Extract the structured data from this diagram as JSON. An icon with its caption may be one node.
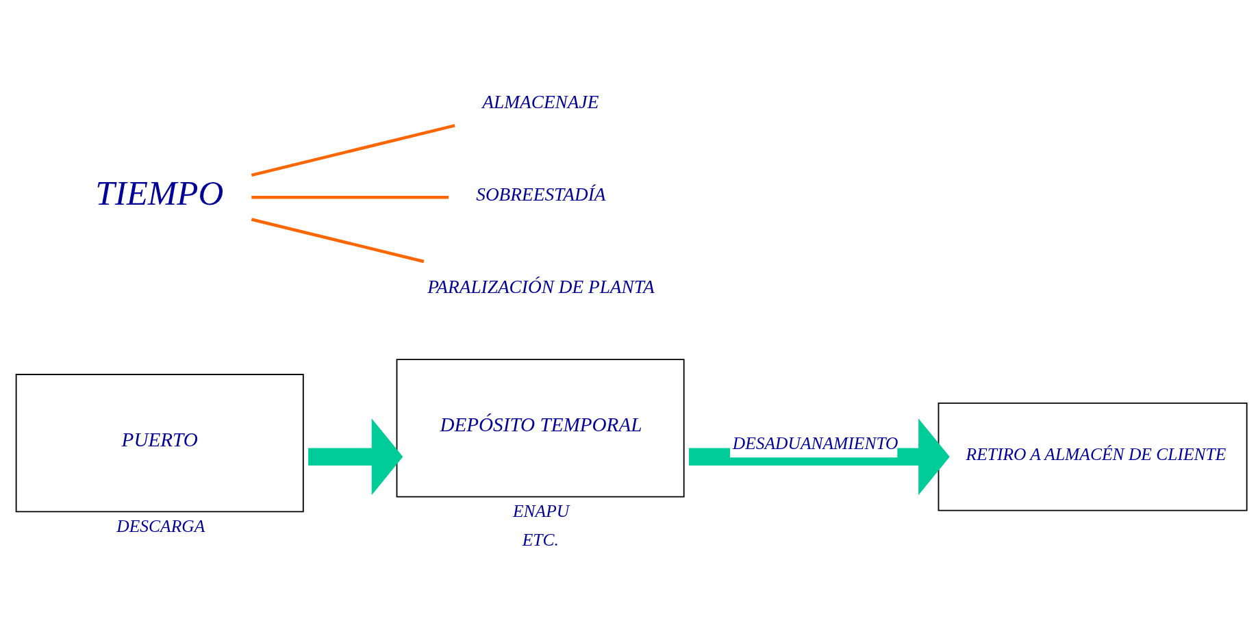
{
  "diagram": {
    "nodes": [
      {
        "text": [
          "PUERTO"
        ],
        "beside": [
          "DESCARGA"
        ]
      },
      {
        "text": [
          "DEPÓSITO TEMPORAL"
        ],
        "beside": [
          "ENAPU",
          "ETC."
        ]
      },
      {
        "text": [
          "RETIRO A ALMACÉN DE CLIENTE"
        ]
      },
      {
        "text": [
          "TIEMPO"
        ]
      },
      {
        "text": [
          "ALMACENAJE"
        ]
      },
      {
        "text": [
          "SOBREESTADÍA"
        ]
      },
      {
        "text": [
          "PARALIZACIÓN DE PLANTA"
        ]
      }
    ],
    "edges": [
      {
        "from": 0,
        "to": 1,
        "arrow": "to",
        "style": "thick",
        "color": "#00cc99"
      },
      {
        "from": 1,
        "to": 2,
        "arrow": "to",
        "style": "thick",
        "color": "#00cc99",
        "label": "DESADUANAMIENTO"
      },
      {
        "from": 3,
        "to": 4,
        "arrow": "none"
      },
      {
        "from": 3,
        "to": 5,
        "arrow": "none"
      },
      {
        "from": 3,
        "to": 6,
        "arrow": "none"
      }
    ]
  }
}
